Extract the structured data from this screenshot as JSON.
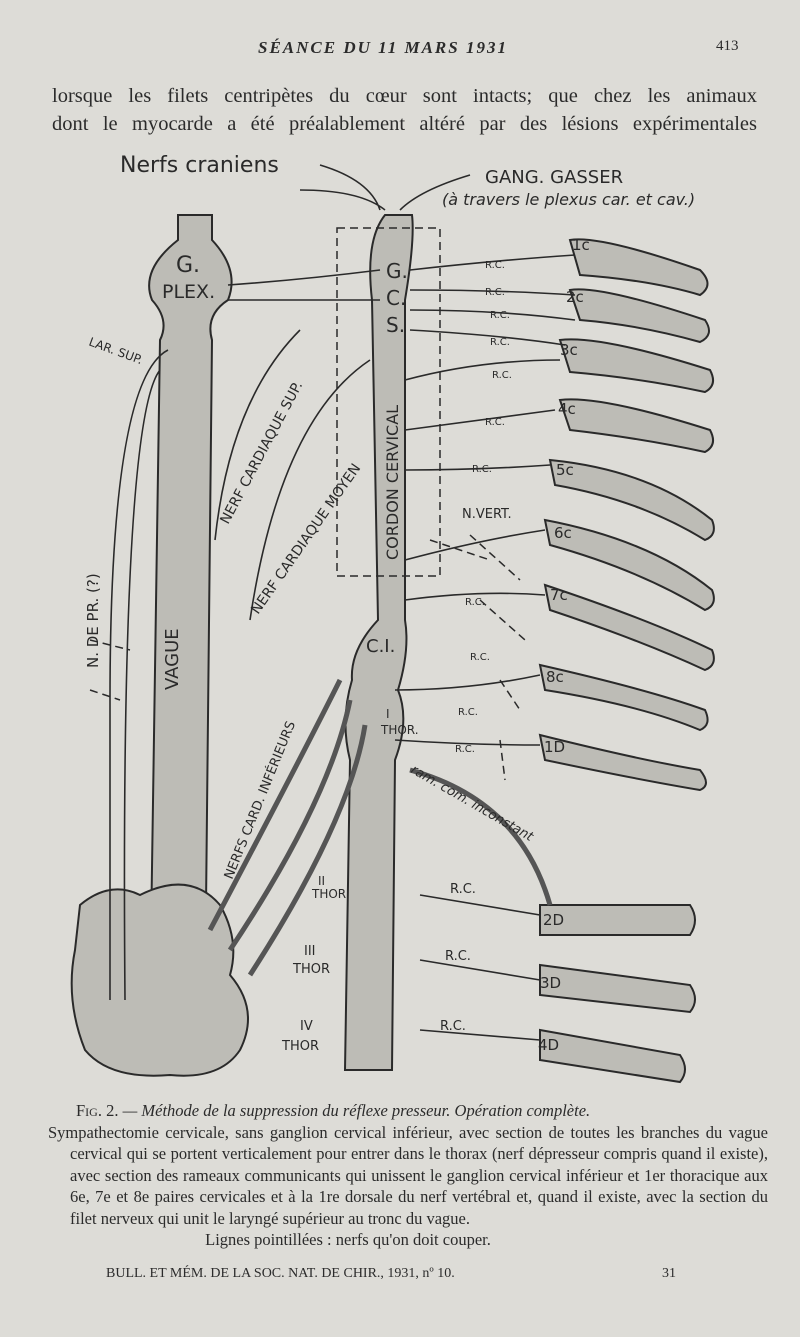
{
  "header": {
    "running_title": "SÉANCE DU 11 MARS 1931",
    "page_number": "413"
  },
  "body": {
    "lines": [
      "lorsque les filets centripètes du cœur sont intacts; que chez les animaux",
      "dont le myocarde a été préalablement altéré par des lésions expérimentales"
    ]
  },
  "figure": {
    "labels": {
      "nerfs_craniens": "Nerfs craniens",
      "gang_gasser": "GANG. GASSER",
      "gasser_note": "(à travers le plexus car. et cav.)",
      "g": "G.",
      "plex": "PLEX.",
      "lar_sup": "LAR. SUP.",
      "gcs_g": "G.",
      "gcs_c": "C.",
      "gcs_s": "S.",
      "nerf_card_sup": "NERF CARDIAQUE SUP.",
      "nerf_card_moyen": "NERF CARDIAQUE MOYEN",
      "cordon_cervical": "CORDON CERVICAL",
      "n_vert": "N.VERT.",
      "ci": "C.I.",
      "i_thor_1": "I",
      "i_thor_2": "THOR.",
      "n_de_pr": "N. DE PR. (?)",
      "vague": "VAGUE",
      "nerfs_card_inf": "NERFS CARD. INFÉRIEURS",
      "ram_com": "ram. com. inconstant",
      "ii_thor_1": "II",
      "ii_thor_2": "THOR",
      "iii_thor_1": "III",
      "iii_thor_2": "THOR",
      "iv_thor_1": "IV",
      "iv_thor_2": "THOR",
      "rc": "R.C."
    },
    "roots": [
      "1c",
      "2c",
      "3c",
      "4c",
      "5c",
      "6c",
      "7c",
      "8c",
      "1D",
      "2D",
      "3D",
      "4D"
    ]
  },
  "caption": {
    "fig_label": "Fig. 2.",
    "fig_title": "— Méthode de la suppression du réflexe presseur. Opération complète.",
    "text": "Sympathectomie cervicale, sans ganglion cervical inférieur, avec section de toutes les branches du vague cervical qui se portent verticalement pour entrer dans le thorax (nerf dépresseur compris quand il existe), avec section des rameaux communicants qui unissent le ganglion cervical inférieur et 1er thoracique aux 6e, 7e et 8e paires cervicales et à la 1re dorsale du nerf vertébral et, quand il existe, avec la section du filet nerveux qui unit le laryngé supérieur au tronc du vague.",
    "dotted_note": "Lignes pointillées : nerfs qu'on doit couper."
  },
  "footer": {
    "journal": "BULL. ET MÉM. DE LA SOC. NAT. DE CHIR., 1931, nº 10.",
    "signature": "31"
  }
}
